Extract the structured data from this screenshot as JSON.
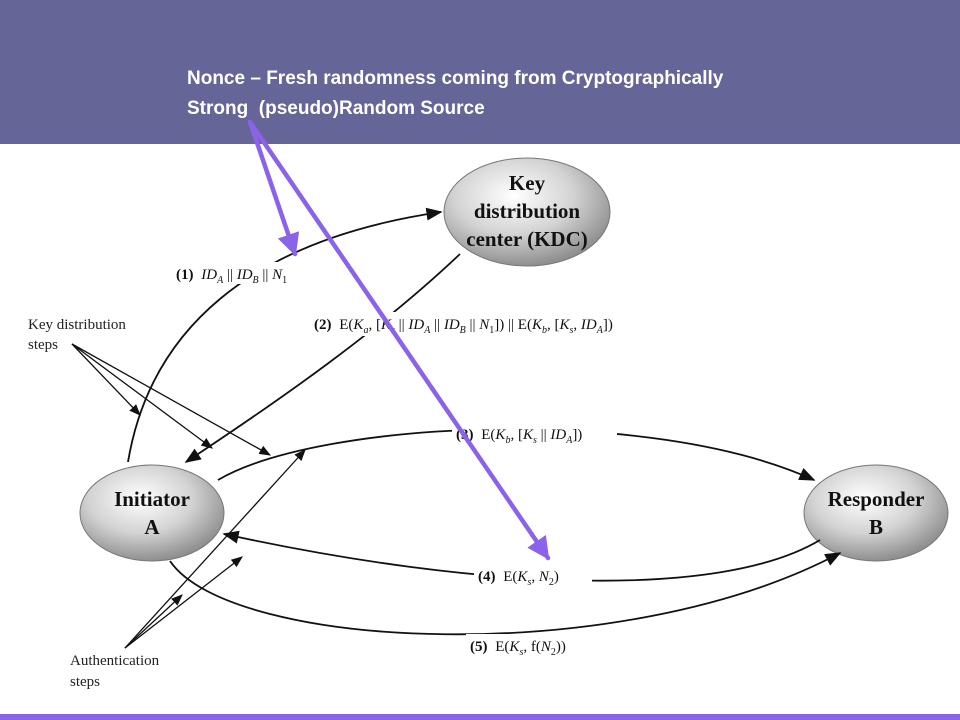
{
  "banner": {
    "line1": "Nonce – Fresh randomness coming from Cryptographically",
    "line2": "Strong  (pseudo)Random Source"
  },
  "nodes": {
    "kdc": [
      "Key",
      "distribution",
      "center (KDC)"
    ],
    "initiator": [
      "Initiator",
      "A"
    ],
    "responder": [
      "Responder",
      "B"
    ]
  },
  "labels": {
    "key_distribution_steps": [
      "Key distribution",
      "steps"
    ],
    "authentication_steps": [
      "Authentication",
      "steps"
    ]
  },
  "messages": {
    "m1": {
      "num": "(1)",
      "text": "ID_A || ID_B || N_1"
    },
    "m2": {
      "num": "(2)",
      "text": "E(K_a, [K_s || ID_A || ID_B || N_1]) || E(K_b, [K_s, ID_A])"
    },
    "m3": {
      "num": "(3)",
      "text": "E(K_b, [K_s || ID_A])"
    },
    "m4": {
      "num": "(4)",
      "text": "E(K_s, N_2)"
    },
    "m5": {
      "num": "(5)",
      "text": "E(K_s, f(N_2))"
    }
  },
  "colors": {
    "banner": "#656598",
    "annotation_arrow": "#8b63e9",
    "bottom_bar": "#8b63e9"
  }
}
